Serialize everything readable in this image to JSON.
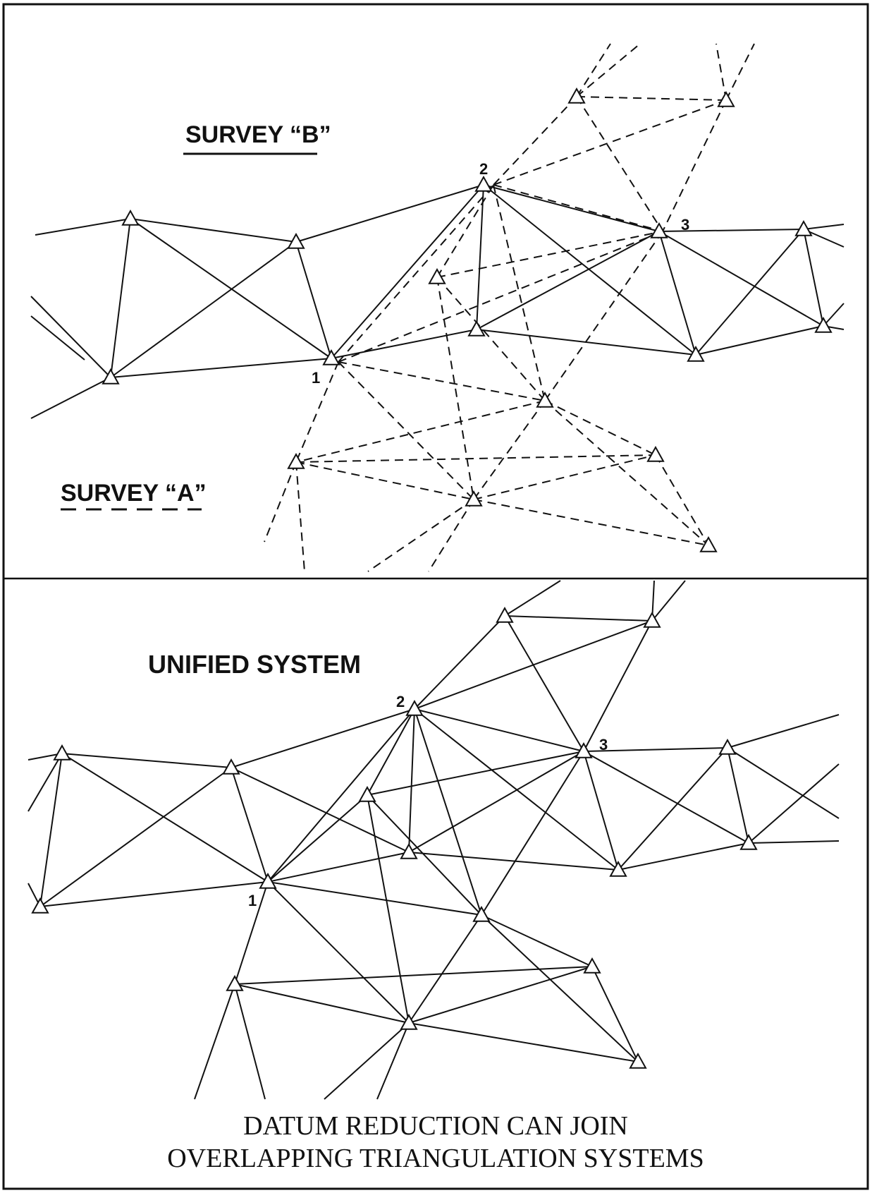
{
  "upper_panel": {
    "survey_b_label": "SURVEY “B”",
    "survey_a_label": "SURVEY “A”",
    "station_labels": [
      "1",
      "2",
      "3"
    ]
  },
  "lower_panel": {
    "unified_label": "UNIFIED SYSTEM",
    "station_labels": [
      "1",
      "2",
      "3"
    ]
  },
  "caption": {
    "line1": "DATUM REDUCTION CAN JOIN",
    "line2": "OVERLAPPING TRIANGULATION SYSTEMS"
  },
  "legend": {
    "survey_b_line_style": "solid",
    "survey_a_line_style": "dashed"
  },
  "colors": {
    "ink": "#111111",
    "background": "#ffffff"
  }
}
